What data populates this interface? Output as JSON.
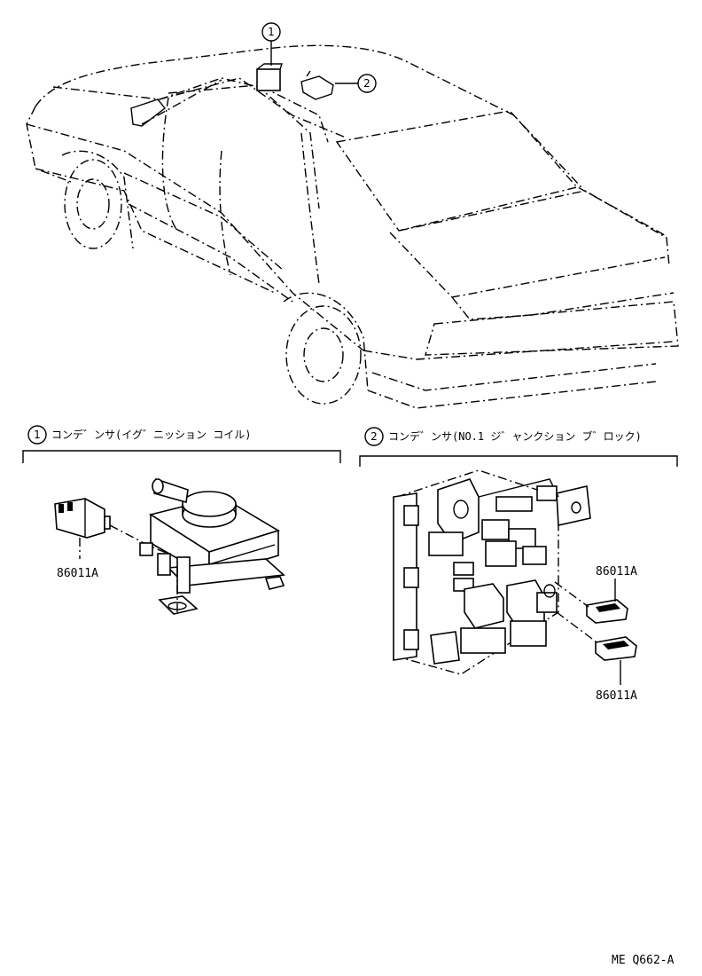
{
  "callouts": {
    "c1": "1",
    "c2": "2"
  },
  "sections": {
    "left_title": "コンデ゛ンサ(イグ゛ニッション コイル)",
    "right_title": "コンデ゛ンサ(NO.1 ジ゛ャンクション ブ゛ロック)"
  },
  "parts": {
    "left_part": "86011A",
    "right_part_top": "86011A",
    "right_part_bottom": "86011A"
  },
  "footer": {
    "code": "ME Q662-A"
  }
}
